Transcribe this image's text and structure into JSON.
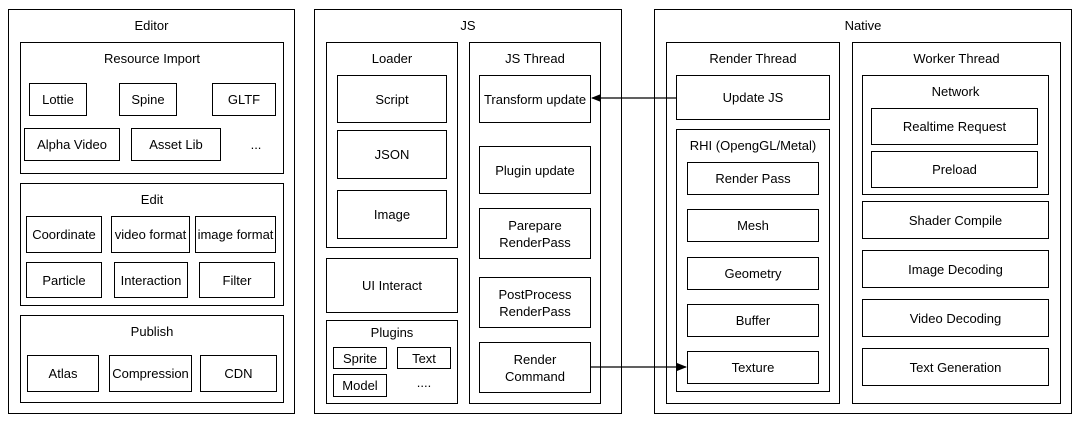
{
  "editor": {
    "title": "Editor",
    "resource_import": {
      "title": "Resource Import",
      "items": [
        "Lottie",
        "Spine",
        "GLTF",
        "Alpha Video",
        "Asset Lib",
        "..."
      ]
    },
    "edit": {
      "title": "Edit",
      "items": [
        "Coordinate",
        "video format",
        "image format",
        "Particle",
        "Interaction",
        "Filter"
      ]
    },
    "publish": {
      "title": "Publish",
      "items": [
        "Atlas",
        "Compression",
        "CDN"
      ]
    }
  },
  "js": {
    "title": "JS",
    "loader": {
      "title": "Loader",
      "items": [
        "Script",
        "JSON",
        "Image"
      ]
    },
    "ui_interact": "UI Interact",
    "plugins": {
      "title": "Plugins",
      "items": [
        "Sprite",
        "Text",
        "Model",
        "...."
      ]
    },
    "js_thread": {
      "title": "JS Thread",
      "items": [
        "Transform update",
        "Plugin update",
        "Parepare\nRenderPass",
        "PostProcess\nRenderPass",
        "Render\nCommand"
      ]
    }
  },
  "native": {
    "title": "Native",
    "render_thread": {
      "title": "Render Thread",
      "update_js": "Update JS",
      "rhi": {
        "title": "RHI (OpengGL/Metal)",
        "items": [
          "Render Pass",
          "Mesh",
          "Geometry",
          "Buffer",
          "Texture"
        ]
      }
    },
    "worker_thread": {
      "title": "Worker Thread",
      "network": {
        "title": "Network",
        "items": [
          "Realtime Request",
          "Preload"
        ]
      },
      "items": [
        "Shader Compile",
        "Image Decoding",
        "Video Decoding",
        "Text Generation"
      ]
    }
  }
}
